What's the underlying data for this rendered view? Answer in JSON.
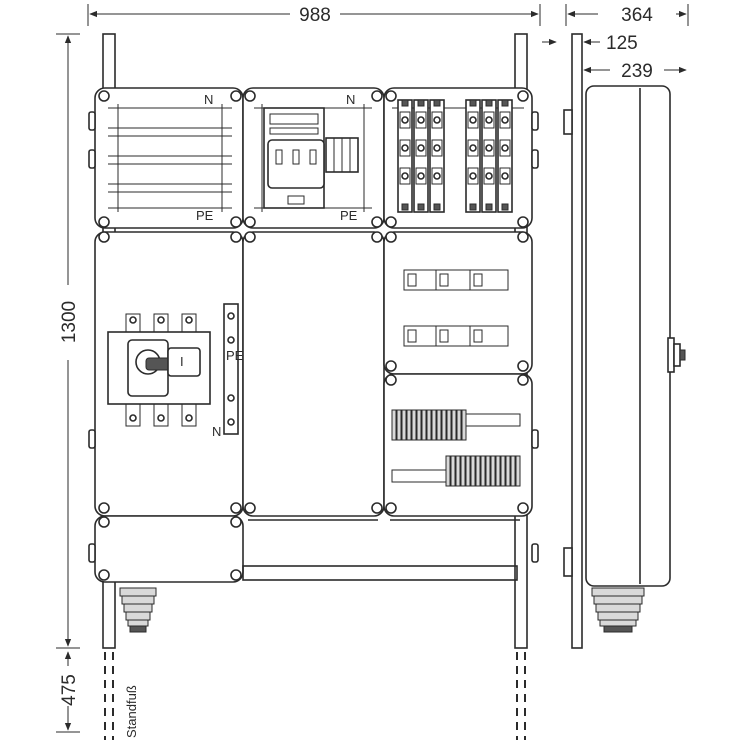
{
  "dimensions": {
    "width_total": "988",
    "depth_total": "364",
    "depth_wall": "125",
    "depth_body": "239",
    "height_body": "1300",
    "height_foot": "475"
  },
  "labels": {
    "n_top_left": "N",
    "pe_top_left": "PE",
    "n_top_mid": "N",
    "pe_top_mid": "PE",
    "pe_switch": "PE",
    "n_switch": "N",
    "switch_mark": "I",
    "stand_foot": "Standfuß"
  }
}
